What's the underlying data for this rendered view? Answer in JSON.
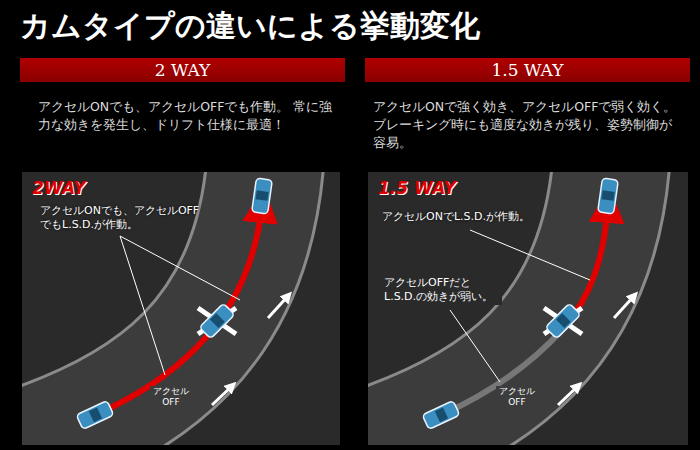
{
  "diagram": {
    "title": "カムタイプの違いによる挙動変化",
    "nodes": [
      {
        "text": [
          "2 WAY"
        ]
      },
      {
        "text": [
          "1.5 WAY"
        ]
      },
      {
        "text": [
          "2WAY"
        ]
      },
      {
        "text": [
          "アクセル ON"
        ],
        "in": 2
      },
      {
        "text": [
          "1.5 WAY"
        ]
      },
      {
        "text": [
          "アクセル ON"
        ],
        "in": 4
      }
    ],
    "labels": [
      "アクセルONでも、アクセルOFFでも作動。 常に強力な効きを発生し、ドリフト仕様に最適！",
      "アクセルONで強く効き、アクセルOFFで弱く効く。 ブレーキング時にも適度な効きが残り、姿勢制御が容易。",
      "アクセルONでも、アクセルOFFでもL.S.D.が作動。",
      "アクセル OFF",
      "アクセルONでL.S.D.が作動。",
      "アクセルOFFだと L.S.D.の効きが弱い。",
      "アクセル OFF"
    ]
  }
}
